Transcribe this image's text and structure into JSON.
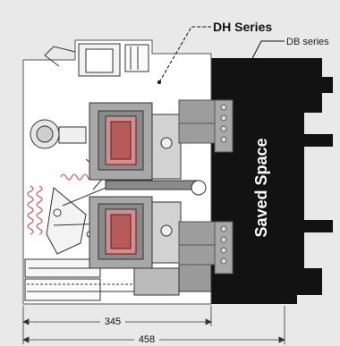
{
  "callouts": {
    "dh": "DH Series",
    "db": "DB series"
  },
  "saved_space_label": "Saved Space",
  "dimensions": {
    "inner": "345",
    "outer": "458"
  }
}
